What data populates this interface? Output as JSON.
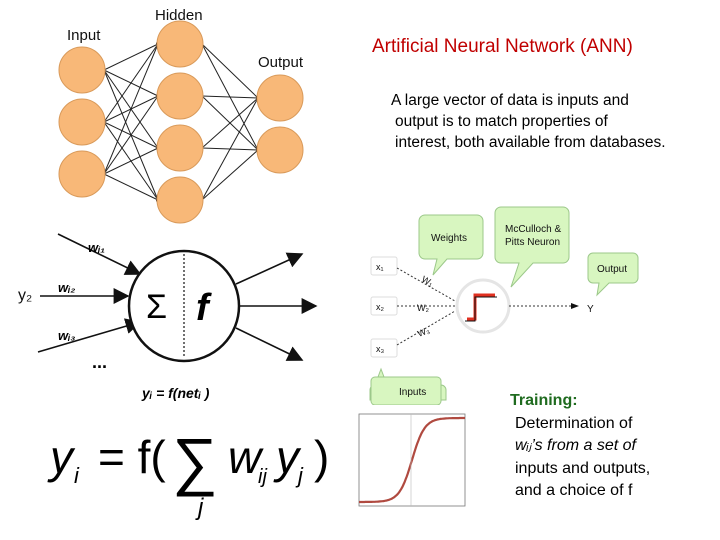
{
  "title": "Artificial Neural Network (ANN)",
  "description": [
    "A large vector of data is inputs and",
    "output is to match properties of",
    "interest, both available from databases."
  ],
  "training": {
    "heading": "Training:",
    "lines": [
      "Determination of",
      "wᵢⱼ’s from a set of",
      "inputs and outputs,",
      "and a choice of f"
    ]
  },
  "network": {
    "input_label": "Input",
    "hidden_label": "Hidden",
    "output_label": "Output",
    "layers": [
      3,
      4,
      2
    ],
    "node_color": "#f8b878"
  },
  "neuron": {
    "y_label": "y₂",
    "weights": [
      "wᵢ₁",
      "wᵢ₂",
      "wᵢ₃"
    ],
    "ellipsis": "...",
    "sum_symbol": "Σ",
    "f_symbol": "f",
    "equation": "yᵢ = f(netᵢ )"
  },
  "formula": {
    "lhs": "y",
    "lhs_sub": "i",
    "eq": "= f(",
    "sum": "∑",
    "sum_sub": "j",
    "w": "w",
    "w_sub": "ij",
    "y": "y",
    "y_sub": "j",
    "close": ")"
  },
  "mcculloch": {
    "weights_bubble": "Weights",
    "neuron_bubble": [
      "McCulloch &",
      "Pitts Neuron"
    ],
    "output_bubble": "Output",
    "inputs_bubble": "Inputs",
    "x_labels": [
      "x₁",
      "x₂",
      "x₃"
    ],
    "w_labels": [
      "W₁",
      "W₂",
      "W₃"
    ],
    "y_label": "Y"
  },
  "sigmoid": {
    "color": "#b04a40"
  }
}
